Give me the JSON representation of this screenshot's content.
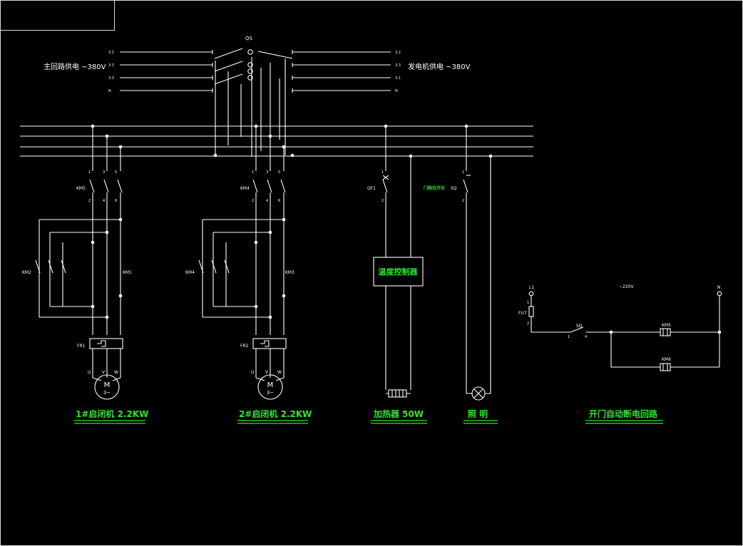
{
  "switch": {
    "label": "QS"
  },
  "supply": {
    "main": "主回路供电 ~380V",
    "generator": "发电机供电 ~380V",
    "left_lines": [
      "3.2",
      "3.3",
      "3.3",
      "N"
    ],
    "right_lines": [
      "3.2",
      "3.3",
      "3.1",
      "N"
    ]
  },
  "motor1": {
    "contactor_main": "KM5",
    "contactor_a": "KM2",
    "contactor_b": "KM1",
    "relay": "FR1",
    "phases": [
      "U",
      "V",
      "W"
    ],
    "motor": "M",
    "motor_sub": "3~",
    "caption": "1#启闭机 2.2KW"
  },
  "motor2": {
    "contactor_main": "KM4",
    "contactor_a": "KM4",
    "contactor_b": "KM3",
    "relay": "FR2",
    "phases": [
      "U",
      "V",
      "W"
    ],
    "motor": "M",
    "motor_sub": "3~",
    "caption": "2#启闭机 2.2KW"
  },
  "heater": {
    "breaker": "QF1",
    "controller": "温度控制器",
    "caption": "加热器 50W"
  },
  "lighting": {
    "switch_note": "门限位开关",
    "switch": "SQ",
    "caption": "照 明"
  },
  "door_circuit": {
    "l1": "L1",
    "voltage": "~220V",
    "n": "N",
    "fuse": "FU7",
    "switch": "SQ",
    "coil1": "KM5",
    "coil2": "KM6",
    "caption": "开门自动断电回路"
  },
  "terminals": {
    "n1": "1",
    "n2": "2",
    "n3": "3",
    "n4": "4",
    "n5": "5",
    "n6": "6"
  },
  "colors": {
    "background": "#000000",
    "lines": "#ffffff",
    "captions": "#2ee62e"
  }
}
